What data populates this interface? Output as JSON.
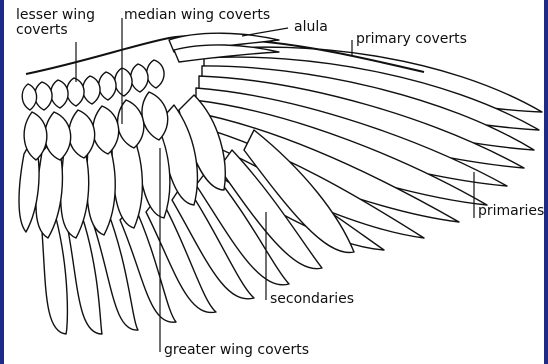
{
  "labels": {
    "lesser_wing_coverts_line1": "lesser wing",
    "lesser_wing_coverts_line2": "coverts",
    "median_wing_coverts": "median wing coverts",
    "alula": "alula",
    "primary_coverts": "primary coverts",
    "primaries": "primaries",
    "secondaries": "secondaries",
    "greater_wing_coverts": "greater wing coverts"
  },
  "colors": {
    "ink": "#111111",
    "frame": "#1f2a86",
    "background": "#ffffff"
  }
}
